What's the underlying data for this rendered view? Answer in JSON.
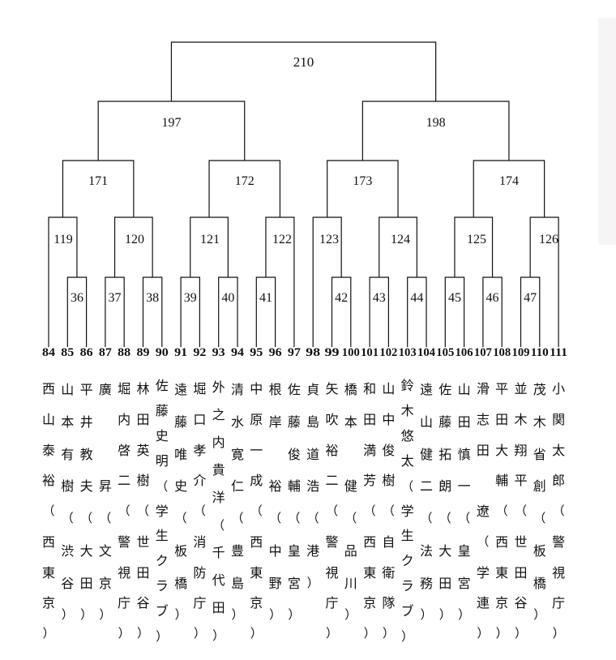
{
  "bracket": {
    "final": "210",
    "semifinals": [
      "197",
      "198"
    ],
    "round_171_174": [
      "171",
      "172",
      "173",
      "174"
    ],
    "round_119_126": [
      "119",
      "120",
      "121",
      "122",
      "123",
      "124",
      "125",
      "126"
    ],
    "round_36_47": [
      "36",
      "37",
      "38",
      "39",
      "40",
      "41",
      "42",
      "43",
      "44",
      "45",
      "46",
      "47"
    ]
  },
  "entries": [
    {
      "no": "84",
      "name": "西山泰裕",
      "affil": "（西東京）"
    },
    {
      "no": "85",
      "name": "山本有樹",
      "affil": "（渋谷）"
    },
    {
      "no": "86",
      "name": "平井教夫",
      "affil": "（大田）"
    },
    {
      "no": "87",
      "name": "廣　　昇",
      "affil": "（文京）"
    },
    {
      "no": "88",
      "name": "堀内啓二",
      "affil": "（警視庁）"
    },
    {
      "no": "89",
      "name": "林田英樹",
      "affil": "（世田谷）"
    },
    {
      "no": "90",
      "name": "佐藤史明",
      "affil": "（学生クラブ）"
    },
    {
      "no": "91",
      "name": "遠藤唯史",
      "affil": "（板橋）"
    },
    {
      "no": "92",
      "name": "堀口孝介",
      "affil": "（消防庁）"
    },
    {
      "no": "93",
      "name": "外之内貴洋",
      "affil": "（千代田）"
    },
    {
      "no": "94",
      "name": "清水寛仁",
      "affil": "（豊島）"
    },
    {
      "no": "95",
      "name": "中原一成",
      "affil": "（西東京）"
    },
    {
      "no": "96",
      "name": "根岸　裕",
      "affil": "（中野）"
    },
    {
      "no": "97",
      "name": "佐藤俊輔",
      "affil": "（皇宮）"
    },
    {
      "no": "98",
      "name": "貞島道浩",
      "affil": "（港）"
    },
    {
      "no": "99",
      "name": "矢吹裕二",
      "affil": "（警視庁）"
    },
    {
      "no": "100",
      "name": "橋本　健",
      "affil": "（品川）"
    },
    {
      "no": "101",
      "name": "和田満芳",
      "affil": "（西東京）"
    },
    {
      "no": "102",
      "name": "山中俊樹",
      "affil": "（自衛隊）"
    },
    {
      "no": "103",
      "name": "鈴木悠太",
      "affil": "（学生クラブ）"
    },
    {
      "no": "104",
      "name": "遠山健二",
      "affil": "（法務）"
    },
    {
      "no": "105",
      "name": "佐藤拓朗",
      "affil": "（大田）"
    },
    {
      "no": "106",
      "name": "山田慎一",
      "affil": "（皇宮）"
    },
    {
      "no": "107",
      "name": "滑志田　遼",
      "affil": "（学連）"
    },
    {
      "no": "108",
      "name": "平田大輔",
      "affil": "（西東京）"
    },
    {
      "no": "109",
      "name": "並木翔平",
      "affil": "（世田谷）"
    },
    {
      "no": "110",
      "name": "茂木省創",
      "affil": "（板橋）"
    },
    {
      "no": "111",
      "name": "小関太郎",
      "affil": "（警視庁）"
    }
  ]
}
